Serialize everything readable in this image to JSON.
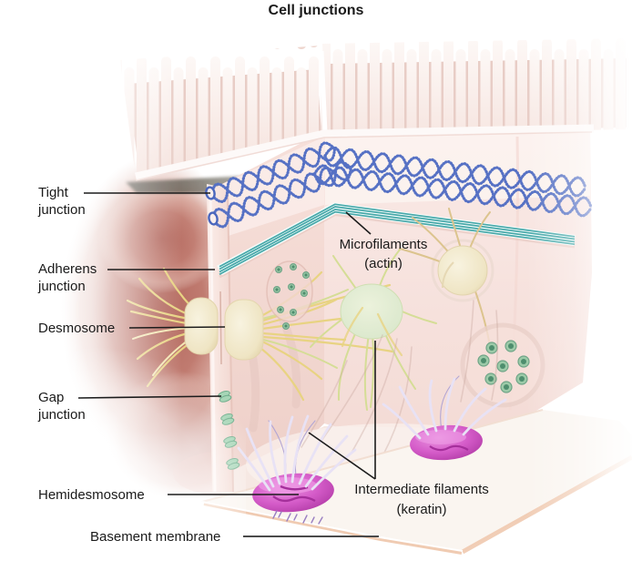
{
  "title": "Cell junctions",
  "labels": {
    "tight_junction": {
      "lines": [
        "Tight",
        "junction"
      ]
    },
    "adherens_junction": {
      "lines": [
        "Adherens",
        "junction"
      ]
    },
    "desmosome": {
      "lines": [
        "Desmosome"
      ]
    },
    "gap_junction": {
      "lines": [
        "Gap",
        "junction"
      ]
    },
    "hemidesmosome": {
      "lines": [
        "Hemidesmosome"
      ]
    },
    "basement_membrane": {
      "lines": [
        "Basement membrane"
      ]
    },
    "microfilaments": {
      "lines": [
        "Microfilaments",
        "(actin)"
      ]
    },
    "intermediate_filaments": {
      "lines": [
        "Intermediate filaments",
        "(keratin)"
      ]
    }
  },
  "colors": {
    "title_text": "#1a1a1a",
    "label_text": "#1a1a1a",
    "leader_line": "#1c1c1c",
    "tight_junction_blue": "#5671c4",
    "adherens_teal": "#46a8a9",
    "desmosome_cream": "#f3ecd3",
    "desmosome_filament_yellow": "#e8d382",
    "gap_junction_green": "#9ccaa8",
    "gap_junction_green_dark": "#4e8e6e",
    "hemidesmosome_magenta": "#cf53c4",
    "keratin_lavender": "#e8e2f5",
    "cell_pink": "#f8e6e2",
    "adjacent_cell_red": "#bb7168",
    "basement_edge_peach": "#eec5aa"
  }
}
